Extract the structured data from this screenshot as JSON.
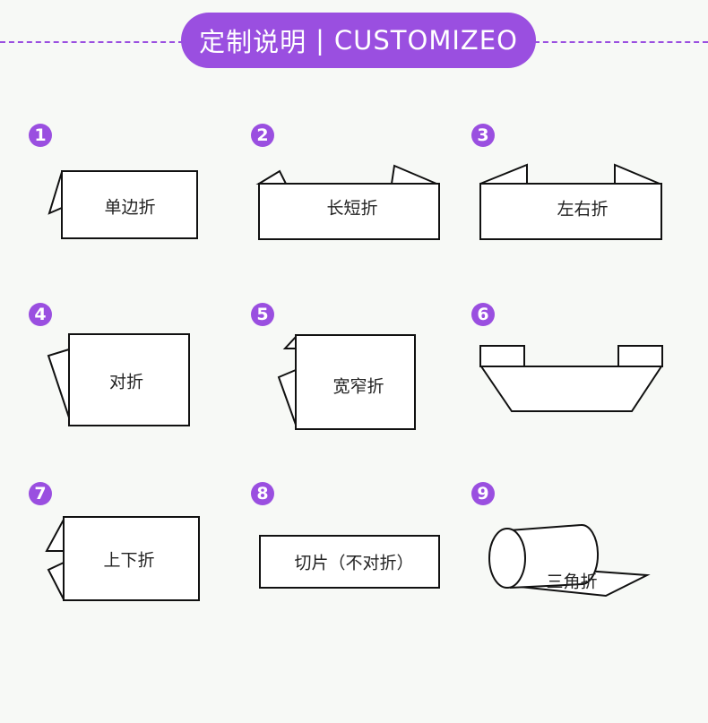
{
  "header": {
    "title_cn": "定制说明",
    "separator": "|",
    "title_en": "CUSTOMIZEO",
    "accent_color": "#9a4fe0"
  },
  "items": [
    {
      "number": "1",
      "label": "单边折"
    },
    {
      "number": "2",
      "label": "长短折"
    },
    {
      "number": "3",
      "label": "左右折"
    },
    {
      "number": "4",
      "label": "对折"
    },
    {
      "number": "5",
      "label": "宽窄折"
    },
    {
      "number": "6",
      "label": ""
    },
    {
      "number": "7",
      "label": "上下折"
    },
    {
      "number": "8",
      "label": "切片（不对折）"
    },
    {
      "number": "9",
      "label": "三角折"
    }
  ]
}
